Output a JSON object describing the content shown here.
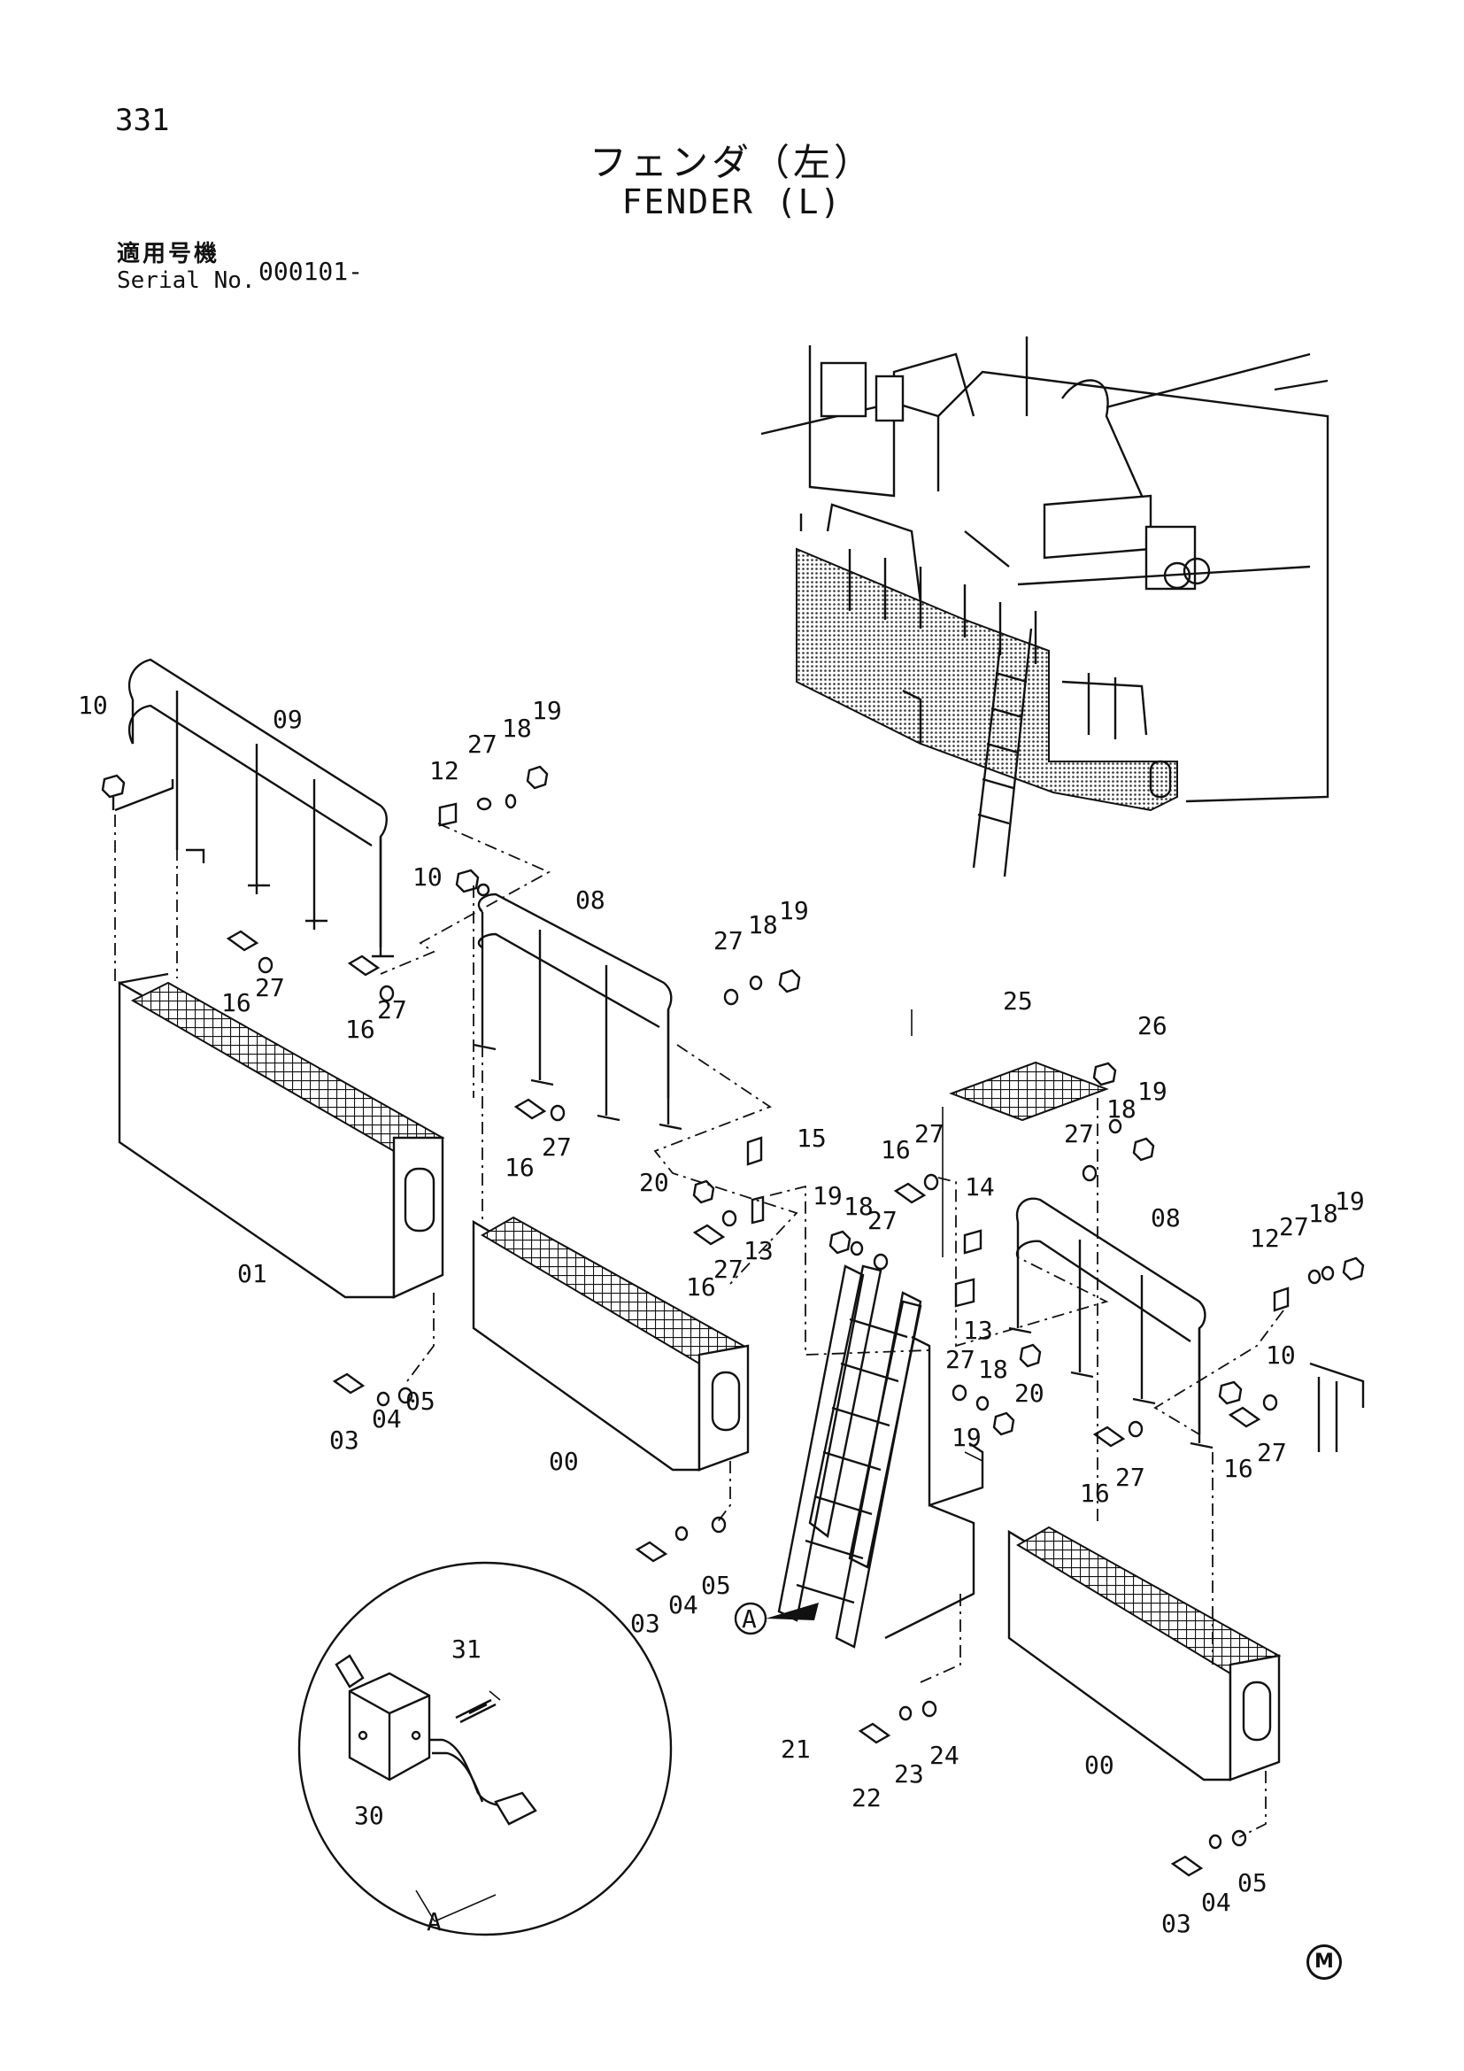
{
  "header": {
    "page_number": "331",
    "title_jp": "フェンダ（左）",
    "title_en": "FENDER (L)",
    "serial_label_jp": "適用号機",
    "serial_label_en": "Serial No.",
    "serial_value": "000101-"
  },
  "detail": {
    "letter": "A"
  },
  "footer": {
    "mark": "M"
  },
  "callouts": [
    {
      "id": "c01",
      "label": "10"
    },
    {
      "id": "c02",
      "label": "09"
    },
    {
      "id": "c03",
      "label": "27"
    },
    {
      "id": "c04",
      "label": "18"
    },
    {
      "id": "c05",
      "label": "19"
    },
    {
      "id": "c06",
      "label": "12"
    },
    {
      "id": "c07",
      "label": "10"
    },
    {
      "id": "c08",
      "label": "08"
    },
    {
      "id": "c09",
      "label": "16"
    },
    {
      "id": "c10",
      "label": "27"
    },
    {
      "id": "c11",
      "label": "16"
    },
    {
      "id": "c12",
      "label": "27"
    },
    {
      "id": "c13",
      "label": "27"
    },
    {
      "id": "c14",
      "label": "18"
    },
    {
      "id": "c15",
      "label": "19"
    },
    {
      "id": "c16",
      "label": "01"
    },
    {
      "id": "c17",
      "label": "03"
    },
    {
      "id": "c18",
      "label": "04"
    },
    {
      "id": "c19",
      "label": "05"
    },
    {
      "id": "c20",
      "label": "16"
    },
    {
      "id": "c21",
      "label": "27"
    },
    {
      "id": "c22",
      "label": "15"
    },
    {
      "id": "c23",
      "label": "20"
    },
    {
      "id": "c24",
      "label": "16"
    },
    {
      "id": "c25",
      "label": "27"
    },
    {
      "id": "c26",
      "label": "13"
    },
    {
      "id": "c27",
      "label": "00"
    },
    {
      "id": "c28",
      "label": "03"
    },
    {
      "id": "c29",
      "label": "04"
    },
    {
      "id": "c30",
      "label": "05"
    },
    {
      "id": "c31",
      "label": "25"
    },
    {
      "id": "c32",
      "label": "26"
    },
    {
      "id": "c33",
      "label": "18"
    },
    {
      "id": "c34",
      "label": "19"
    },
    {
      "id": "c35",
      "label": "27"
    },
    {
      "id": "c36",
      "label": "16"
    },
    {
      "id": "c37",
      "label": "27"
    },
    {
      "id": "c38",
      "label": "19"
    },
    {
      "id": "c39",
      "label": "18"
    },
    {
      "id": "c40",
      "label": "27"
    },
    {
      "id": "c41",
      "label": "14"
    },
    {
      "id": "c42",
      "label": "13"
    },
    {
      "id": "c43",
      "label": "27"
    },
    {
      "id": "c44",
      "label": "18"
    },
    {
      "id": "c45",
      "label": "20"
    },
    {
      "id": "c46",
      "label": "19"
    },
    {
      "id": "c47",
      "label": "08"
    },
    {
      "id": "c48",
      "label": "12"
    },
    {
      "id": "c49",
      "label": "27"
    },
    {
      "id": "c50",
      "label": "18"
    },
    {
      "id": "c51",
      "label": "19"
    },
    {
      "id": "c52",
      "label": "10"
    },
    {
      "id": "c53",
      "label": "16"
    },
    {
      "id": "c54",
      "label": "27"
    },
    {
      "id": "c55",
      "label": "16"
    },
    {
      "id": "c56",
      "label": "27"
    },
    {
      "id": "c57",
      "label": "21"
    },
    {
      "id": "c58",
      "label": "22"
    },
    {
      "id": "c59",
      "label": "23"
    },
    {
      "id": "c60",
      "label": "24"
    },
    {
      "id": "c61",
      "label": "00"
    },
    {
      "id": "c62",
      "label": "03"
    },
    {
      "id": "c63",
      "label": "04"
    },
    {
      "id": "c64",
      "label": "05"
    },
    {
      "id": "c65",
      "label": "31"
    },
    {
      "id": "c66",
      "label": "30"
    }
  ]
}
